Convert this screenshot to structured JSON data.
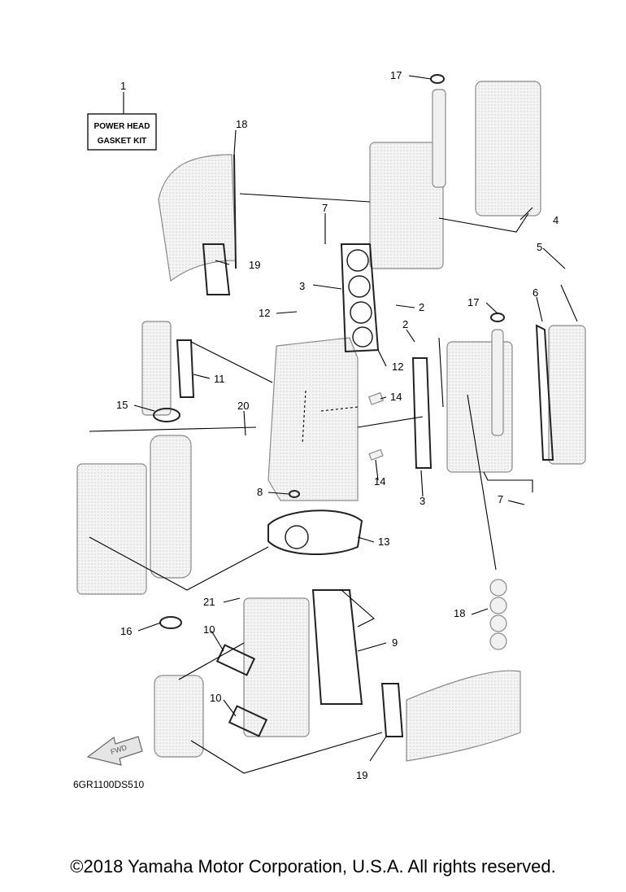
{
  "kit_label": {
    "line1": "POWER HEAD",
    "line2": "GASKET KIT"
  },
  "diagram_code": "6GR1100DS510",
  "fwd_label": "FWD",
  "copyright": "©2018 Yamaha Motor Corporation, U.S.A. All rights reserved.",
  "callouts": [
    "1",
    "2",
    "2",
    "3",
    "3",
    "4",
    "5",
    "6",
    "7",
    "7",
    "8",
    "9",
    "10",
    "10",
    "11",
    "12",
    "12",
    "13",
    "14",
    "14",
    "15",
    "16",
    "17",
    "17",
    "18",
    "18",
    "19",
    "19",
    "20",
    "21"
  ],
  "colors": {
    "line": "#000000",
    "part_fill": "#f1f1f1",
    "part_stroke": "#8a8a8a"
  }
}
